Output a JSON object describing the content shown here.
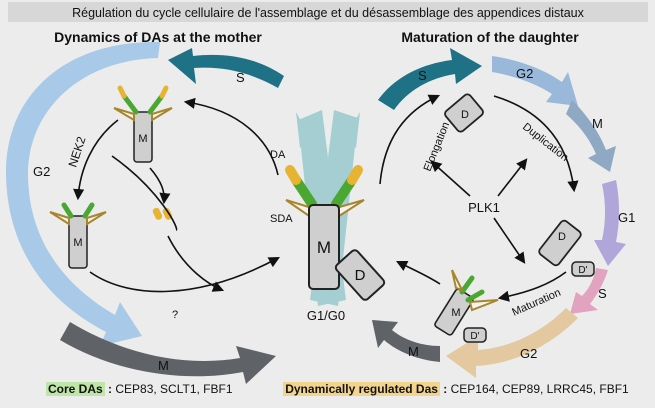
{
  "banner": "Régulation du cycle cellulaire de l'assemblage et du désassemblage des appendices distaux",
  "left_title": "Dynamics of DAs at the mother",
  "right_title": "Maturation of the daughter",
  "phases": {
    "left_s": "S",
    "left_g2": "G2",
    "left_m": "M",
    "right_s": "S",
    "right_g2_top": "G2",
    "right_m_top": "M",
    "right_g1": "G1",
    "right_s_small": "S",
    "right_g2_bottom": "G2",
    "right_m_bottom": "M"
  },
  "labels": {
    "nek2": "NEK2",
    "question": "?",
    "da": "DA",
    "sda": "SDA",
    "g1g0": "G1/G0",
    "plk1": "PLK1",
    "elongation": "Elongation",
    "duplication": "Duplication",
    "maturation": "Maturation"
  },
  "centrioles": {
    "mother": "M",
    "daughter": "D",
    "daughter_prime": "D'"
  },
  "legend": {
    "core_label": "Core DAs",
    "core_sep": " :",
    "core_items": " CEP83, SCLT1, FBF1",
    "dyn_label": "Dynamically regulated Das",
    "dyn_sep": " :",
    "dyn_items": " CEP164, CEP89, LRRC45, FBF1"
  },
  "colors": {
    "teal": "#1f7185",
    "light_blue": "#a8c9e8",
    "grey_m": "#5f6368",
    "steel": "#8fa8c3",
    "lavender": "#b1a6da",
    "pink": "#e2a3c0",
    "tan": "#e3c8a0",
    "green_da": "#4aa832",
    "yellow_da": "#e7b332",
    "sda_gold": "#a8862b",
    "centriole_fill": "#cfcfcf",
    "cone": "#8dc5c8"
  }
}
